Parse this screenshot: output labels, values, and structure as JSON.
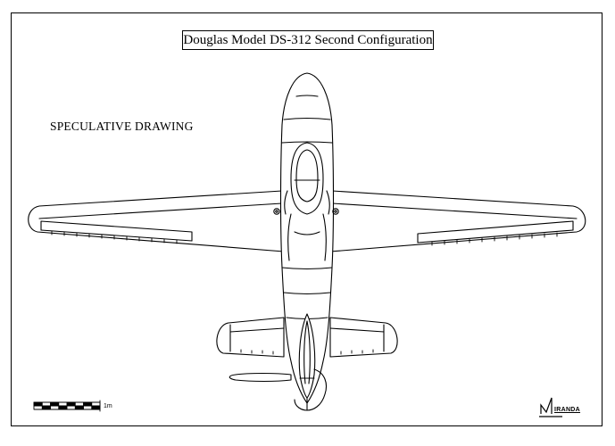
{
  "header": {
    "title": "Douglas Model DS-312 Second Configuration"
  },
  "annotations": {
    "speculative": "SPECULATIVE DRAWING"
  },
  "scale_bar": {
    "label": "1m"
  },
  "logo": {
    "text": "IRANDA"
  }
}
